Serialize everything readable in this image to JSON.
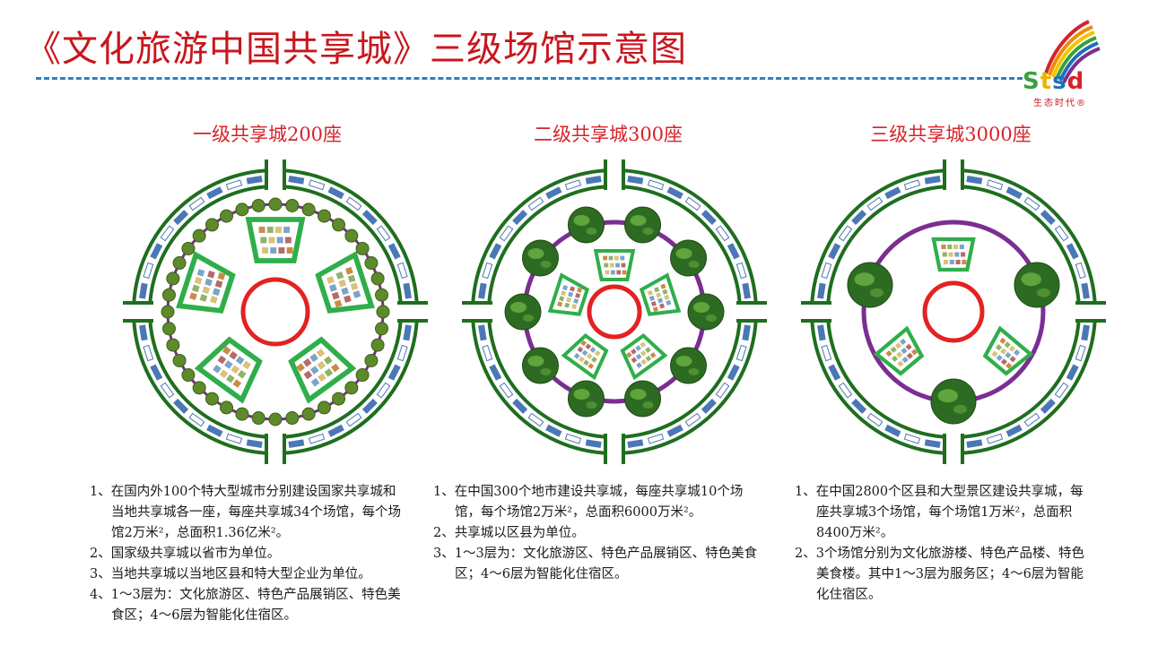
{
  "page": {
    "title": "《文化旅游中国共享城》三级场馆示意图"
  },
  "logo": {
    "text_s": "S",
    "text_t": "t",
    "text_s2": "s",
    "text_d": "d",
    "subtitle": "生态时代®"
  },
  "colors": {
    "title_red": "#c8161d",
    "ring_green": "#1f6e1f",
    "hall_green": "#2fae4a",
    "core_red": "#e32222",
    "inner_purple": "#7b2e91",
    "gate_blue": "#4a78b5"
  },
  "sections": [
    {
      "title": "一级共享城200座",
      "notes": [
        {
          "num": "1、",
          "text": "在国内外100个特大型城市分别建设国家共享城和当地共享城各一座，每座共享城34个场馆，每个场馆2万米²，总面积1.36亿米²。"
        },
        {
          "num": "2、",
          "text": "国家级共享城以省市为单位。"
        },
        {
          "num": "3、",
          "text": "当地共享城以当地区县和特大型企业为单位。"
        },
        {
          "num": "4、",
          "text": "1～3层为：文化旅游区、特色产品展销区、特色美食区；4～6层为智能化住宿区。"
        }
      ]
    },
    {
      "title": "二级共享城300座",
      "notes": [
        {
          "num": "1、",
          "text": "在中国300个地市建设共享城，每座共享城10个场馆，每个场馆2万米²，总面积6000万米²。"
        },
        {
          "num": "2、",
          "text": "共享城以区县为单位。"
        },
        {
          "num": "3、",
          "text": "1～3层为：文化旅游区、特色产品展销区、特色美食区；4～6层为智能化住宿区。"
        }
      ]
    },
    {
      "title": "三级共享城3000座",
      "notes": [
        {
          "num": "1、",
          "text": "在中国2800个区县和大型景区建设共享城，每座共享城3个场馆，每个场馆1万米²，总面积8400万米²。"
        },
        {
          "num": "2、",
          "text": "3个场馆分别为文化旅游楼、特色产品楼、特色美食楼。其中1～3层为服务区；4～6层为智能化住宿区。"
        }
      ]
    }
  ]
}
